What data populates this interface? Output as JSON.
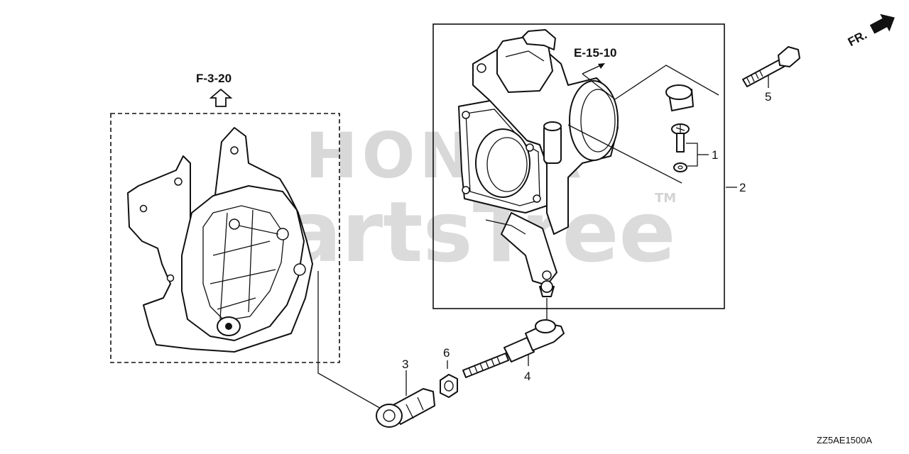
{
  "diagram": {
    "reference_codes": {
      "ref_a": "F-3-20",
      "ref_b": "E-15-10"
    },
    "direction_marker": "FR.",
    "part_callouts": {
      "c1": "1",
      "c2": "2",
      "c3": "3",
      "c4": "4",
      "c5": "5",
      "c6": "6"
    },
    "figure_code": "ZZ5AE1500A"
  },
  "watermark": {
    "line1": "HONDA",
    "line2": "PartsTree",
    "trademark": "TM"
  }
}
